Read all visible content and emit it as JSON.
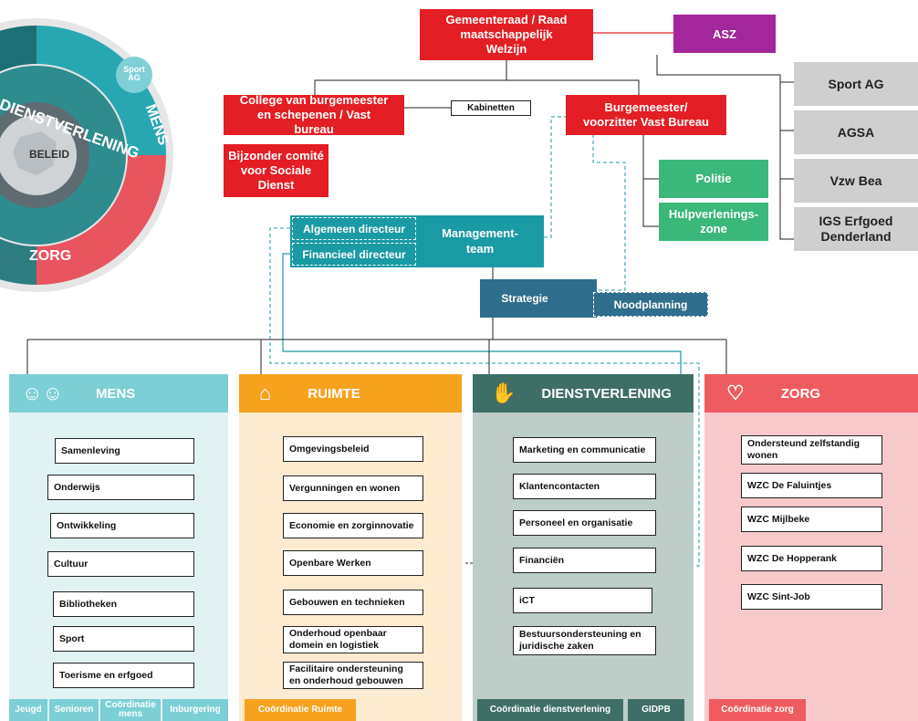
{
  "top": {
    "gemeenteraad": "Gemeenteraad / Raad maatschappelijk Welzijn",
    "asz": "ASZ",
    "college": "College van burgemeester en schepenen / Vast bureau",
    "kabinetten": "Kabinetten",
    "burgemeester": "Burgemeester/ voorzitter Vast Bureau",
    "bijzonder_comite": "Bijzonder comité voor Sociale Dienst",
    "politie": "Politie",
    "hulpverleningszone": "Hulpverlenings-zone"
  },
  "external_entities": [
    "Sport AG",
    "AGSA",
    "Vzw Bea",
    "IGS Erfgoed Denderland"
  ],
  "management": {
    "algemeen_directeur": "Algemeen directeur",
    "financieel_directeur": "Financieel directeur",
    "team": "Management-team",
    "strategie": "Strategie",
    "noodplanning": "Noodplanning"
  },
  "logo": {
    "center": "BELEID",
    "ring_top": "DIENSTVERLENING",
    "ring_right": "MENS",
    "ring_bottom": "ZORG",
    "badge": "Sport AG"
  },
  "departments": {
    "mens": {
      "title": "MENS",
      "color": "#7ccfd4",
      "items": [
        "Samenleving",
        "Onderwijs",
        "Ontwikkeling",
        "Cultuur",
        "Bibliotheken",
        "Sport",
        "Toerisme en erfgoed"
      ],
      "footer": [
        "Jeugd",
        "Senioren",
        "Coördinatie mens",
        "Inburgering"
      ]
    },
    "ruimte": {
      "title": "RUIMTE",
      "color": "#f6a21e",
      "items": [
        "Omgevingsbeleid",
        "Vergunningen en wonen",
        "Economie en zorginnovatie",
        "Openbare Werken",
        "Gebouwen en technieken",
        "Onderhoud openbaar domein en logistiek",
        "Facilitaire ondersteuning en onderhoud gebouwen"
      ],
      "footer": [
        "Coördinatie Ruimte"
      ]
    },
    "dienstverlening": {
      "title": "DIENSTVERLENING",
      "color": "#3e6f67",
      "items": [
        "Marketing en communicatie",
        "Klantencontacten",
        "Personeel en organisatie",
        "Financiën",
        "iCT",
        "Bestuursondersteuning en juridische zaken"
      ],
      "footer": [
        "Coördinatie dienstverlening",
        "GIDPB"
      ]
    },
    "zorg": {
      "title": "ZORG",
      "color": "#ef5b5f",
      "items": [
        "Ondersteund zelfstandig wonen",
        "WZC De Faluintjes",
        "WZC Mijlbeke",
        "WZC De Hopperank",
        "WZC Sint-Job"
      ],
      "footer": [
        "Coördinatie zorg"
      ]
    }
  }
}
